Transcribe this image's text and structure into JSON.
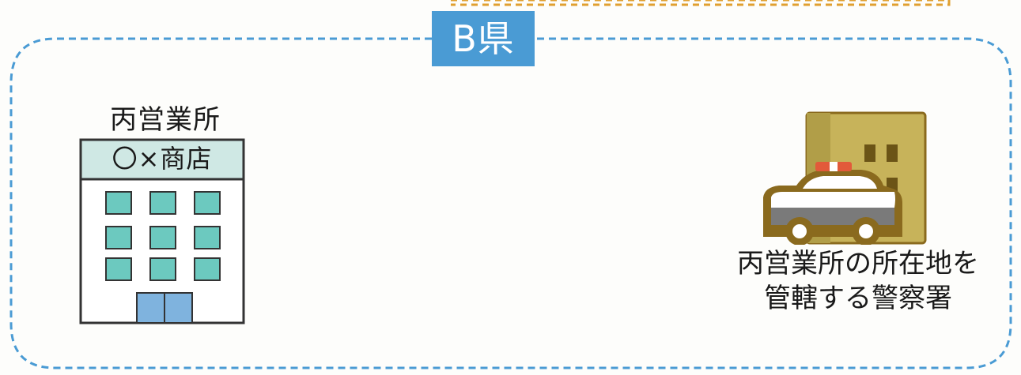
{
  "prefecture_label": "B県",
  "office": {
    "title": "丙営業所",
    "shop_sign": "〇×商店"
  },
  "police_station": {
    "caption_line1": "丙営業所の所在地を",
    "caption_line2": "管轄する警察署"
  },
  "colors": {
    "border_dashed": "#4a9bd4",
    "label_bg": "#4a9bd4",
    "top_strip": "#e0a030",
    "sign_bg": "#cfe8e4",
    "window_fill": "#6cc9bf",
    "door_fill": "#7fb3de",
    "police_brown": "#8a6a1e",
    "building_olive": "#c7b35a"
  },
  "icons": [
    "office-building-icon",
    "police-car-icon",
    "police-station-building-icon"
  ]
}
